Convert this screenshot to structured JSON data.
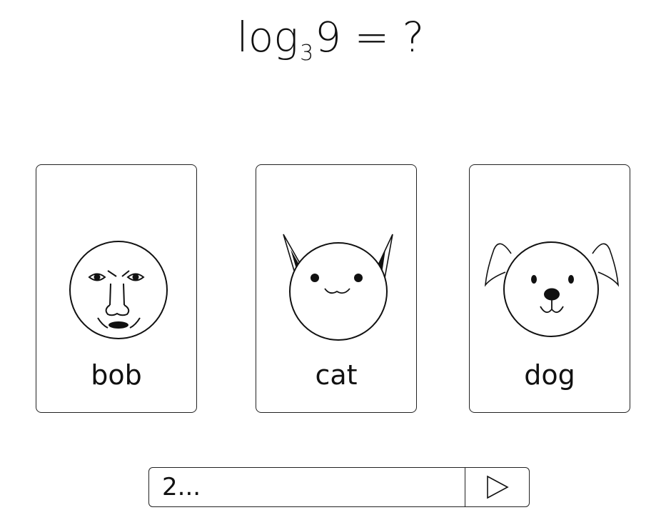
{
  "question": {
    "prefix": "log",
    "base": "3",
    "argument": "9",
    "suffix": "= ?"
  },
  "cards": [
    {
      "label": "bob",
      "icon": "human-face-icon"
    },
    {
      "label": "cat",
      "icon": "cat-face-icon"
    },
    {
      "label": "dog",
      "icon": "dog-face-icon"
    }
  ],
  "answer": {
    "value": "2...",
    "submit_icon": "play-triangle-icon"
  }
}
